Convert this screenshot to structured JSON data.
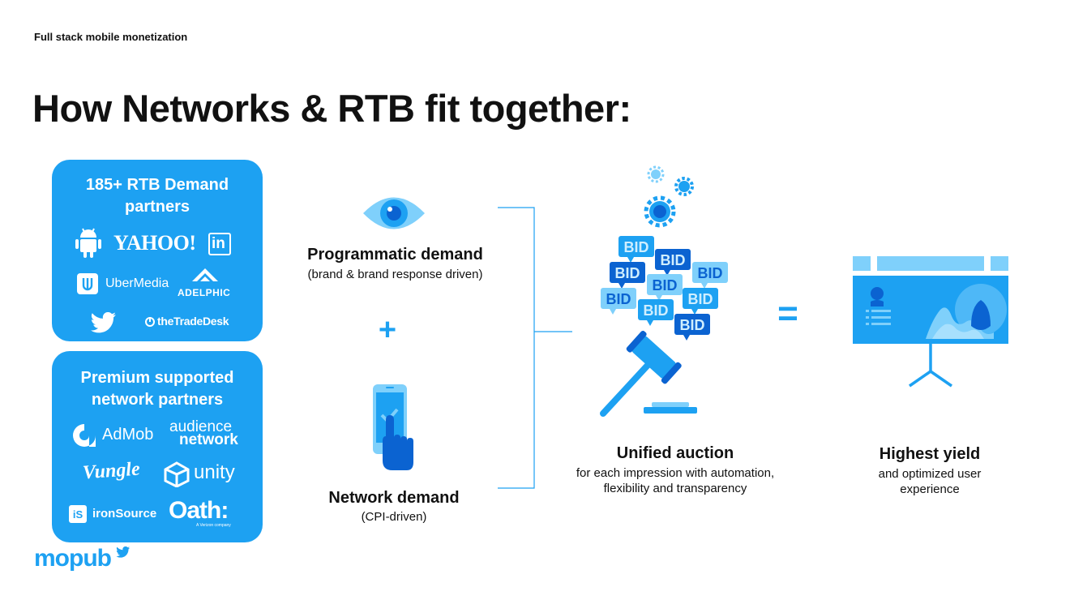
{
  "header": {
    "eyebrow": "Full stack mobile monetization",
    "title": "How Networks & RTB fit together:"
  },
  "rtb_panel": {
    "title": "185+ RTB Demand partners",
    "logos": [
      "YAHOO!",
      "in",
      "UberMedia",
      "ADELPHIC",
      "theTradeDesk"
    ]
  },
  "network_panel": {
    "title": "Premium supported network partners",
    "logos": [
      "AdMob",
      "audience",
      "network",
      "Vungle",
      "unity",
      "ironSource",
      "Oath:",
      "A Verizon company"
    ]
  },
  "programmatic": {
    "title": "Programmatic demand",
    "subtitle": "(brand & brand response driven)"
  },
  "plus": "+",
  "network_demand": {
    "title": "Network demand",
    "subtitle": "(CPI-driven)"
  },
  "bid_label": "BID",
  "auction": {
    "title": "Unified auction",
    "subtitle_line1": "for each impression with automation,",
    "subtitle_line2": "flexibility and transparency"
  },
  "equals": "=",
  "yield": {
    "title": "Highest yield",
    "subtitle_line1": "and optimized user",
    "subtitle_line2": "experience"
  },
  "brand": {
    "logo": "mopub"
  },
  "colors": {
    "primary_blue": "#1da1f2",
    "dark_blue": "#0b63d1",
    "light_blue": "#7fd0fb"
  }
}
